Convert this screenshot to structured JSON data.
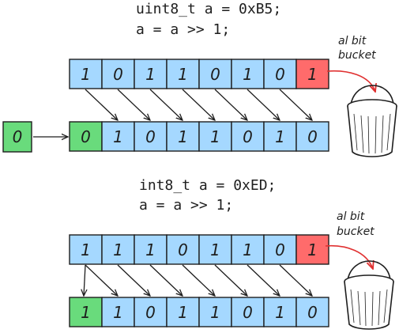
{
  "section1": {
    "code_line1": "uint8_t a = 0xB5;",
    "code_line2": "a = a >> 1;",
    "top_bits": [
      "1",
      "0",
      "1",
      "1",
      "0",
      "1",
      "0",
      "1"
    ],
    "top_colors": [
      "blue",
      "blue",
      "blue",
      "blue",
      "blue",
      "blue",
      "blue",
      "red"
    ],
    "bottom_bits": [
      "0",
      "1",
      "0",
      "1",
      "1",
      "0",
      "1",
      "0"
    ],
    "bottom_colors": [
      "green",
      "blue",
      "blue",
      "blue",
      "blue",
      "blue",
      "blue",
      "blue"
    ],
    "fill_bit": "0",
    "bucket_label_line1": "al bit",
    "bucket_label_line2": "bucket"
  },
  "section2": {
    "code_line1": "int8_t a = 0xED;",
    "code_line2": "a = a >> 1;",
    "top_bits": [
      "1",
      "1",
      "1",
      "0",
      "1",
      "1",
      "0",
      "1"
    ],
    "top_colors": [
      "blue",
      "blue",
      "blue",
      "blue",
      "blue",
      "blue",
      "blue",
      "red"
    ],
    "bottom_bits": [
      "1",
      "1",
      "0",
      "1",
      "1",
      "0",
      "1",
      "0"
    ],
    "bottom_colors": [
      "green",
      "blue",
      "blue",
      "blue",
      "blue",
      "blue",
      "blue",
      "blue"
    ],
    "bucket_label_line1": "al bit",
    "bucket_label_line2": "bucket"
  },
  "colors": {
    "blue": "#a5d8ff",
    "red": "#ff6b6b",
    "green": "#69db7c",
    "arrow": "#1e1e1e",
    "bucket_arrow": "#e03131"
  },
  "icons": [
    "bucket-icon"
  ]
}
